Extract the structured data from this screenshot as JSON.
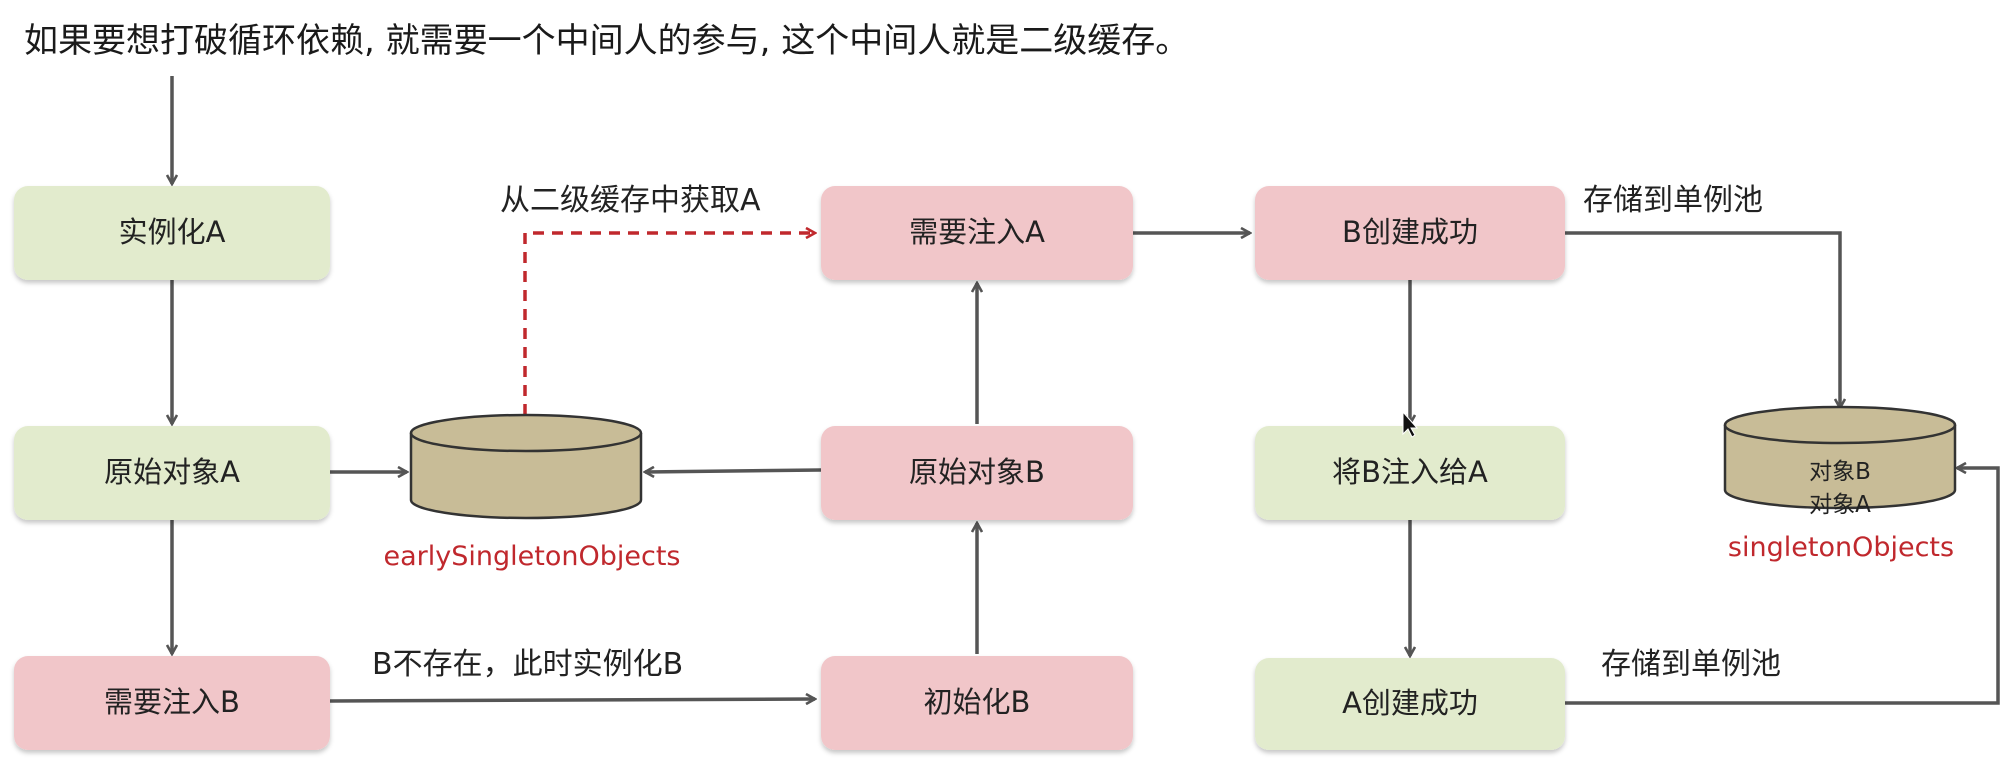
{
  "heading": "如果要想打破循环依赖, 就需要一个中间人的参与, 这个中间人就是二级缓存。",
  "nodes": {
    "instantiate_a": "实例化A",
    "raw_a": "原始对象A",
    "need_inject_b": "需要注入B",
    "need_inject_a": "需要注入A",
    "raw_b": "原始对象B",
    "init_b": "初始化B",
    "b_created": "B创建成功",
    "inject_b_to_a": "将B注入给A",
    "a_created": "A创建成功"
  },
  "edge_labels": {
    "get_from_cache": "从二级缓存中获取A",
    "b_not_exist": "B不存在，此时实例化B",
    "store_pool_1": "存储到单例池",
    "store_pool_2": "存储到单例池"
  },
  "databases": {
    "early": {
      "label": "earlySingletonObjects"
    },
    "singleton": {
      "label": "singletonObjects",
      "items": [
        "对象B",
        "对象A"
      ]
    }
  },
  "colors": {
    "green_box": "#e2ebcd",
    "pink_box": "#f1c6c9",
    "cylinder": "#c8bc97",
    "arrow": "#555555",
    "accent_red": "#c0282d"
  }
}
